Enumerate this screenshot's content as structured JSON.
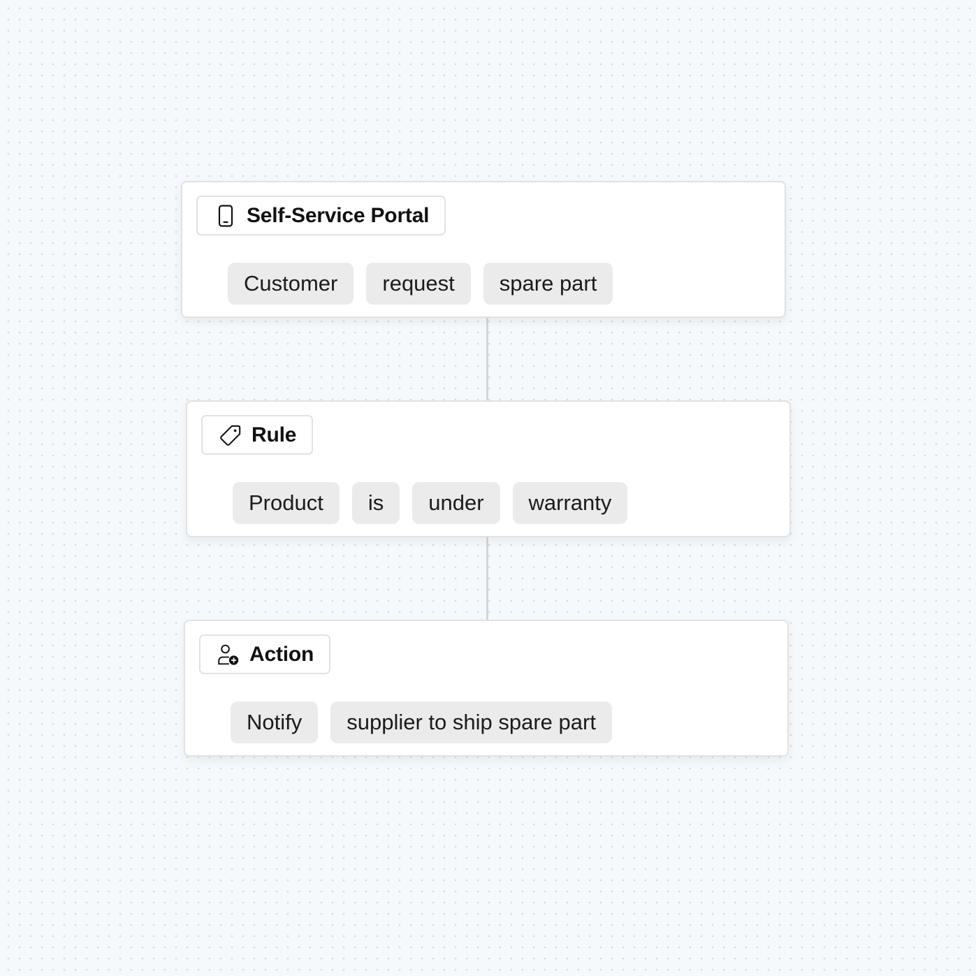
{
  "flow": {
    "trigger": {
      "title": "Self-Service Portal",
      "icon": "mobile-phone-icon",
      "chips": [
        "Customer",
        "request",
        "spare part"
      ]
    },
    "rule": {
      "title": "Rule",
      "icon": "tag-icon",
      "chips": [
        "Product",
        "is",
        "under",
        "warranty"
      ]
    },
    "action": {
      "title": "Action",
      "icon": "user-add-icon",
      "chips": [
        "Notify",
        "supplier to ship spare part"
      ]
    }
  },
  "colors": {
    "background": "#f5f9fc",
    "card": "#ffffff",
    "border": "#e2e2e2",
    "chip": "#ebebeb",
    "text": "#111111",
    "connector": "#d6d6d6"
  }
}
